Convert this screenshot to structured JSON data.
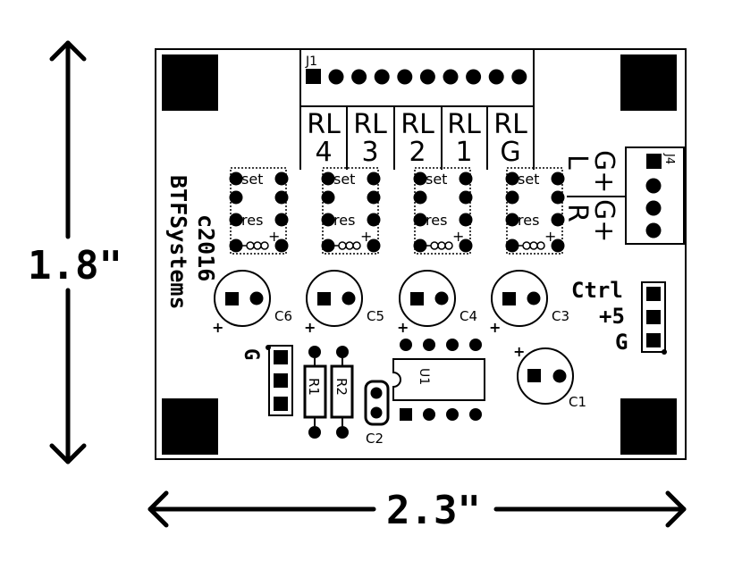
{
  "dimensions": {
    "height": "1.8\"",
    "width": "2.3\""
  },
  "board_text": {
    "copyright": "c2016",
    "company": "BTFSystems"
  },
  "j1": {
    "label": "J1",
    "relay_labels": [
      {
        "top": "RL",
        "bottom": "4"
      },
      {
        "top": "RL",
        "bottom": "3"
      },
      {
        "top": "RL",
        "bottom": "2"
      },
      {
        "top": "RL",
        "bottom": "1"
      },
      {
        "top": "RL",
        "bottom": "G"
      }
    ]
  },
  "j4": {
    "label": "J4",
    "left_channel": "L",
    "right_channel": "R",
    "gplus": "G+"
  },
  "relays": {
    "set_label": "set",
    "reset_label": "res",
    "plus_label": "+"
  },
  "capacitors": {
    "polarity": "+",
    "large": [
      "C6",
      "C5",
      "C4",
      "C3"
    ],
    "c1": "C1",
    "c2": "C2"
  },
  "resistors": [
    "R1",
    "R2"
  ],
  "ic": "U1",
  "control": {
    "label": "Ctrl",
    "plus5": "+5",
    "ground": "G"
  },
  "ground_header": {
    "label": "G"
  },
  "colors": {
    "ink": "#000000",
    "paper": "#ffffff"
  }
}
